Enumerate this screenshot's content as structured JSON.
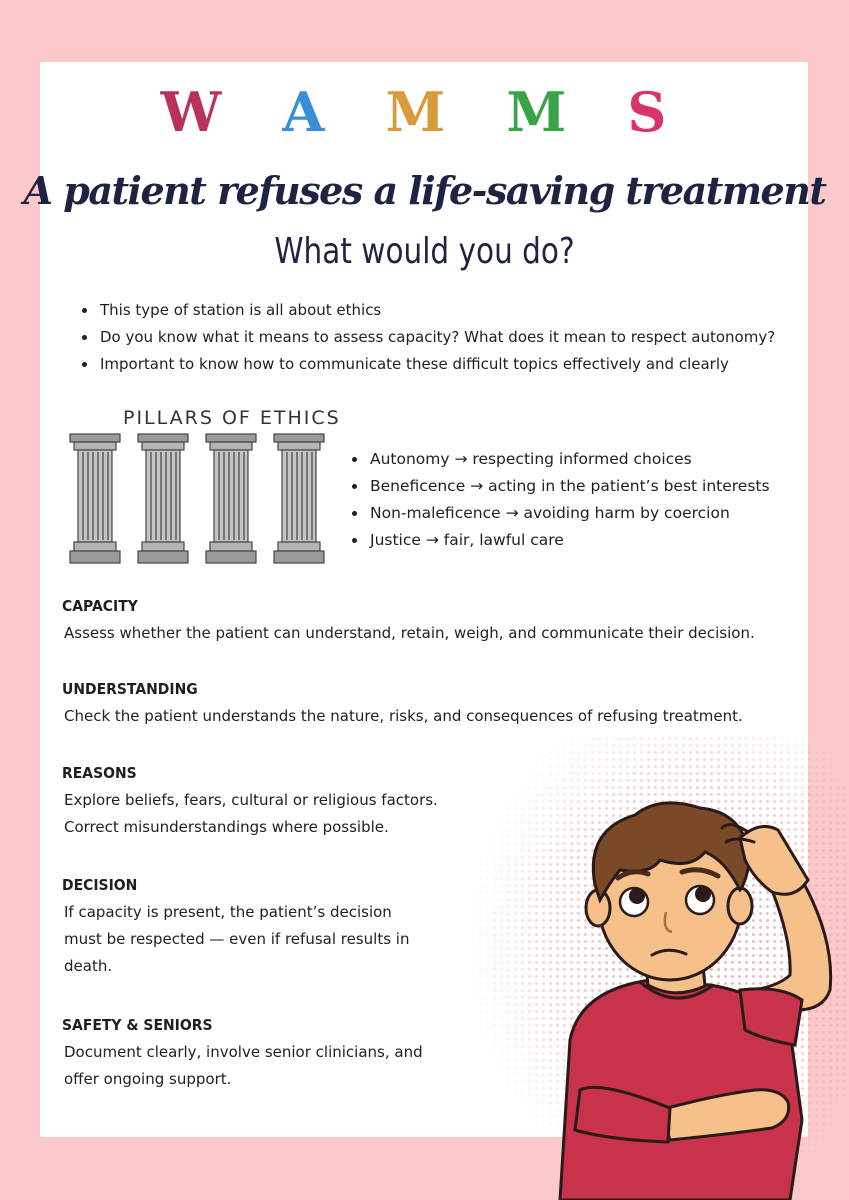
{
  "logo": {
    "letters": [
      "W",
      "A",
      "M",
      "M",
      "S"
    ]
  },
  "header": {
    "title": "A patient refuses a life-saving treatment",
    "subtitle": "What would you do?"
  },
  "intro": [
    "This type of station is all about ethics",
    "Do you know what it means to assess capacity? What does it mean to respect autonomy?",
    "Important to know how to communicate these difficult topics effectively and clearly"
  ],
  "pillars": {
    "heading": "PILLARS OF ETHICS",
    "items": [
      "Autonomy → respecting informed choices",
      "Beneficence → acting in the patient’s best interests",
      "Non-maleficence → avoiding harm by coercion",
      "Justice → fair, lawful care"
    ]
  },
  "sections": [
    {
      "heading": "CAPACITY",
      "lines": [
        "Assess whether the patient can understand, retain, weigh, and communicate their decision."
      ]
    },
    {
      "heading": "UNDERSTANDING",
      "lines": [
        "Check the patient understands the nature, risks, and consequences of refusing treatment."
      ]
    },
    {
      "heading": "REASONS",
      "lines": [
        "Explore beliefs, fears, cultural or religious factors.",
        "Correct misunderstandings where possible."
      ]
    },
    {
      "heading": "DECISION",
      "lines": [
        "If capacity is present, the patient’s decision",
        "must be respected — even if refusal results in",
        "death."
      ]
    },
    {
      "heading": "SAFETY & SENIORS",
      "lines": [
        "Document clearly, involve senior clinicians, and",
        "offer ongoing support."
      ]
    }
  ],
  "icons": {
    "pillars": "greek-column-icon",
    "character": "confused-person-illustration"
  },
  "colors": {
    "background": "#fbc9c9",
    "title": "#1d2340",
    "logo_w": "#b8325a",
    "logo_a": "#3a8fd8",
    "logo_m1": "#d89a3a",
    "logo_m2": "#3aa34a",
    "logo_s": "#d8336a"
  }
}
